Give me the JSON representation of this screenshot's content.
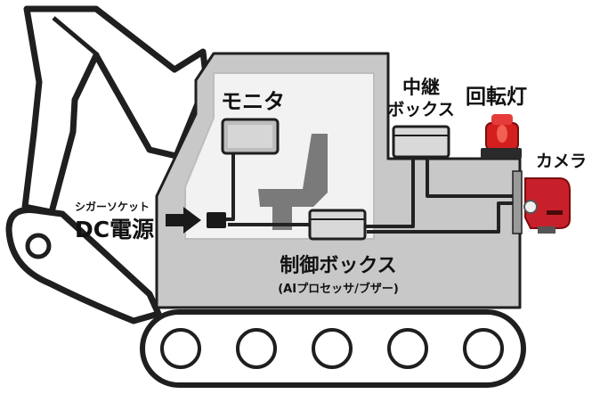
{
  "labels": {
    "monitor": "モニタ",
    "relay_line1": "中継",
    "relay_line2": "ボックス",
    "beacon": "回転灯",
    "camera": "カメラ",
    "cigar_socket": "シガーソケット",
    "dc_power": "DC電源",
    "control_box": "制御ボックス",
    "control_box_sub": "(AIプロセッサ/ブザー)"
  },
  "colors": {
    "machine_outline": "#1f1f1f",
    "body_fill": "#c8c8c8",
    "cab_window": "#f2f2f2",
    "seat": "#7a7a7a",
    "cable": "#222222",
    "camera_red": "#c8202a",
    "beacon_red": "#d41f1f",
    "arrow": "#1a1a1a"
  },
  "icons": {
    "camera": "camera-icon",
    "beacon": "rotating-beacon-icon",
    "arrow": "arrow-right-icon"
  },
  "track": {
    "wheel_count": 5
  }
}
